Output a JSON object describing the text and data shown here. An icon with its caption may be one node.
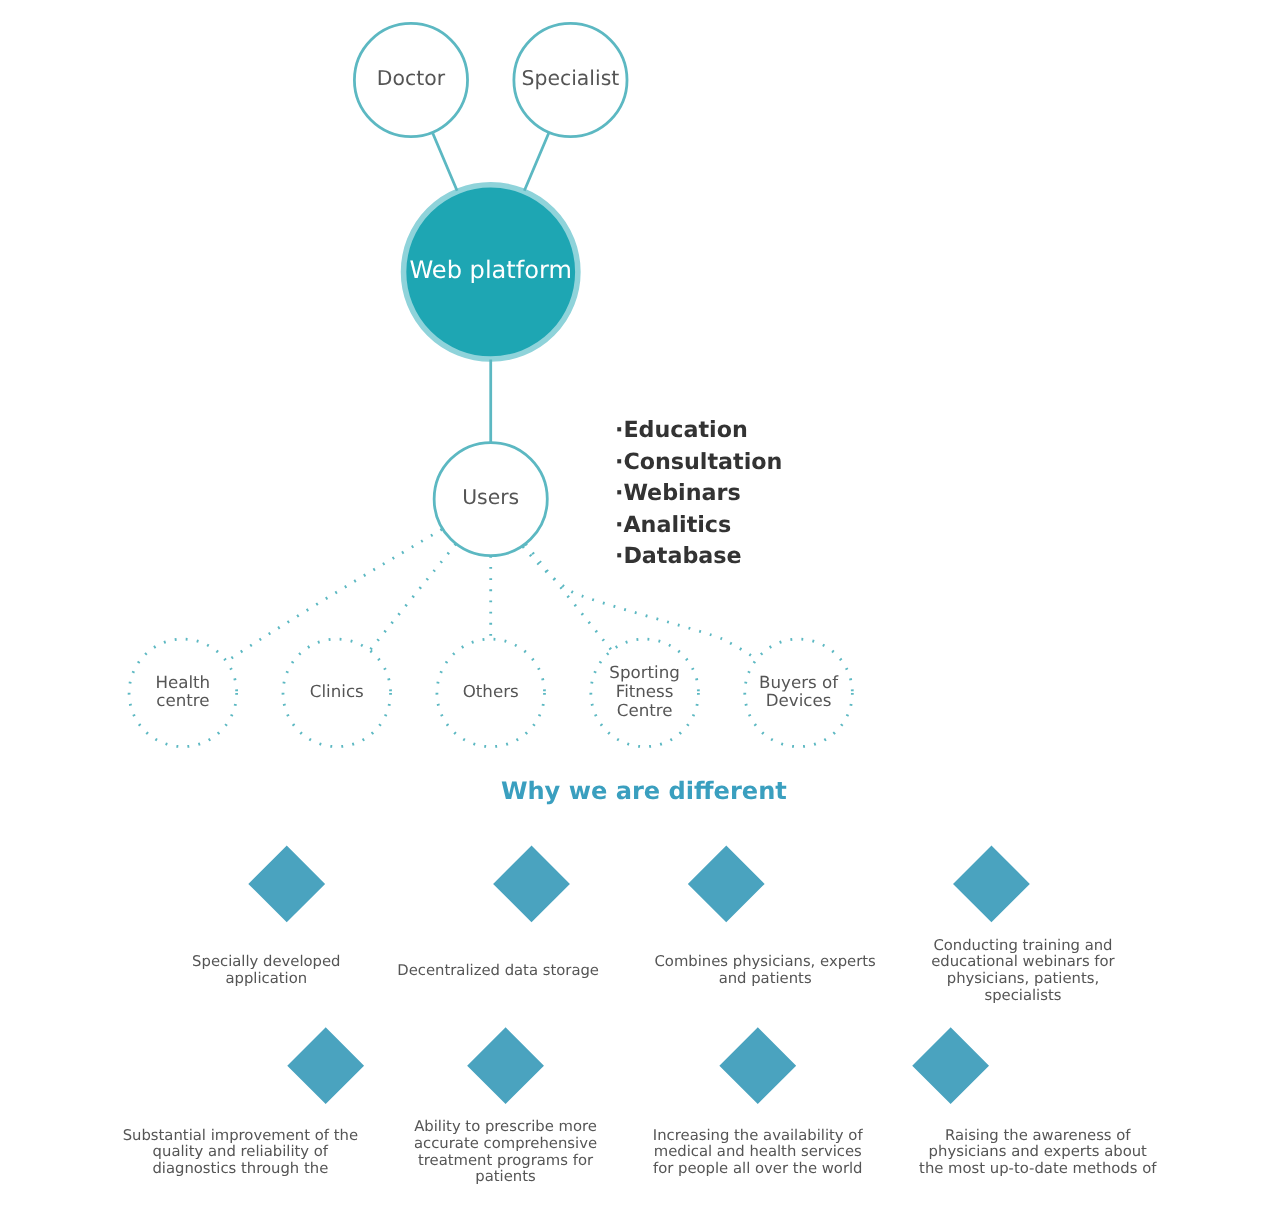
{
  "diagram": {
    "nodes": [
      {
        "text": [
          "Doctor"
        ]
      },
      {
        "text": [
          "Specialist"
        ]
      },
      {
        "text": [
          "Web platform"
        ]
      },
      {
        "text": [
          "Health centre"
        ]
      },
      {
        "text": [
          "·Education",
          "·Consultation",
          "·Webinars",
          "·Analitics",
          "·Database"
        ]
      },
      {
        "text": [
          "Clinics"
        ]
      },
      {
        "text": [
          "Users"
        ]
      },
      {
        "text": [
          "Buyers of Devices"
        ]
      },
      {
        "text": [
          "Others"
        ]
      },
      {
        "text": [
          "Sporting Fitness Centre"
        ]
      },
      {
        "text": [],
        "shape": "diamond",
        "beside": [
          "Specially developed application"
        ]
      },
      {
        "text": [],
        "shape": "diamond",
        "beside": [
          "Decentralized data storage"
        ]
      },
      {
        "text": [],
        "shape": "diamond",
        "beside": [
          "Combines physicians, experts and patients"
        ]
      },
      {
        "text": [],
        "shape": "diamond",
        "beside": [
          "Conducting training and educational webinars for physicians, patients, specialists"
        ]
      },
      {
        "text": [],
        "shape": "diamond",
        "beside": [
          "Substantial improvement of the quality and reliability of diagnostics through the"
        ]
      },
      {
        "text": [],
        "shape": "diamond",
        "beside": [
          "Ability to prescribe more accurate comprehensive treatment programs for patients"
        ]
      },
      {
        "text": [],
        "shape": "diamond",
        "beside": [
          "Increasing the availability of medical and health services for people all over the world"
        ]
      },
      {
        "text": [],
        "shape": "diamond",
        "beside": [
          "Raising the awareness of physicians and experts about the most up-to-date methods of"
        ]
      }
    ],
    "edges": [
      {
        "from": 0,
        "to": 2,
        "arrow": "none"
      },
      {
        "from": 1,
        "to": 2,
        "arrow": "none"
      },
      {
        "from": 2,
        "to": 6,
        "arrow": "none"
      },
      {
        "from": 6,
        "to": 3,
        "arrow": "none",
        "style": "dashed"
      },
      {
        "from": 6,
        "to": 5,
        "arrow": "none",
        "style": "dashed"
      },
      {
        "from": 6,
        "to": 7,
        "arrow": "none",
        "style": "dashed"
      },
      {
        "from": 6,
        "to": 8,
        "arrow": "none",
        "style": "dashed"
      },
      {
        "from": 6,
        "to": 9,
        "arrow": "none",
        "style": "dashed"
      }
    ],
    "labels": [
      "Why we are different"
    ]
  }
}
